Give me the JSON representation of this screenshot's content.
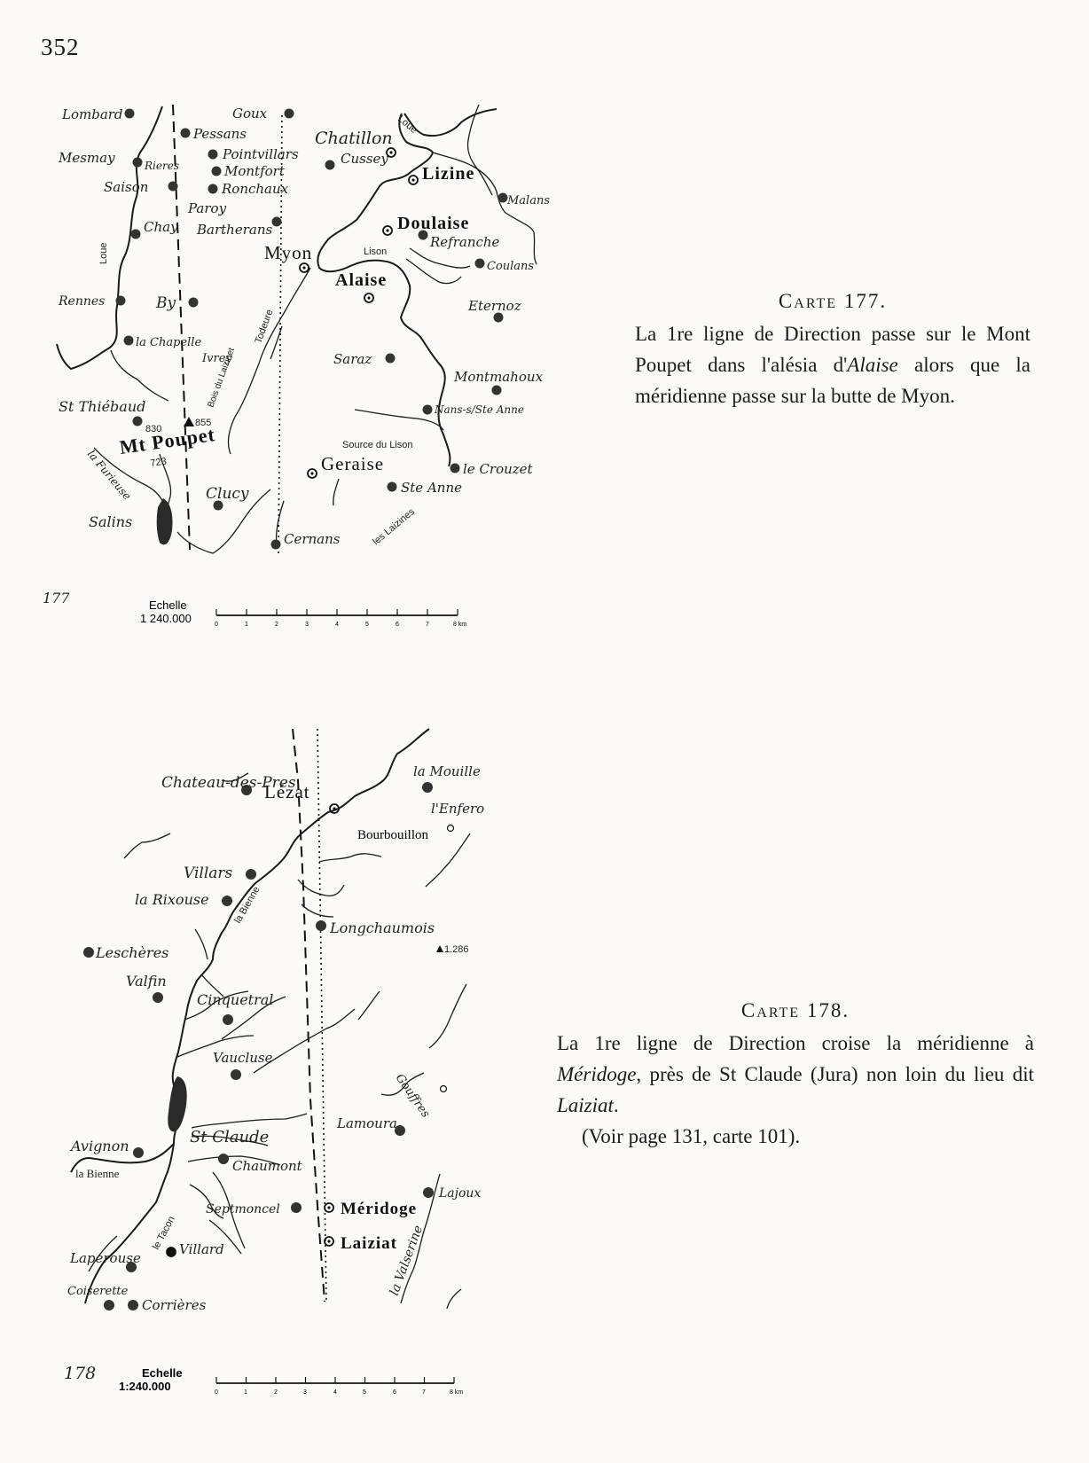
{
  "page_number": "352",
  "map177": {
    "number": "177",
    "scale_label": "Echelle",
    "scale_ratio": "1 240.000",
    "scale_ticks": [
      "0",
      "1",
      "2",
      "3",
      "4",
      "5",
      "6",
      "7",
      "8 km"
    ],
    "places": {
      "lombard": "Lombard",
      "goux": "Goux",
      "pessans": "Pessans",
      "chatillon": "Chatillon",
      "mesmay": "Mesmay",
      "rieres": "Rieres",
      "pointvillars": "Pointvillars",
      "cussey": "Cussey",
      "montfort": "Montfort",
      "saison": "Saison",
      "ronchaux": "Ronchaux",
      "lizine": "Lizine",
      "malans": "Malans",
      "paroy": "Paroy",
      "doulaise": "Doulaise",
      "chay": "Chay",
      "bartherans": "Bartherans",
      "refranche": "Refranche",
      "myon": "Myon",
      "lison": "Lison",
      "coulans": "Coulans",
      "alaise": "Alaise",
      "rennes": "Rennes",
      "by": "By",
      "eternoz": "Eternoz",
      "la_chapelle": "la Chapelle",
      "ivrey": "Ivrey",
      "saraz": "Saraz",
      "montmahoux": "Montmahoux",
      "st_thiebaud": "St Thiébaud",
      "nans": "Nans-s/Ste Anne",
      "mt_poupet": "Mt Poupet",
      "source_lison": "Source du Lison",
      "geraise": "Geraise",
      "le_crouzet": "le Crouzet",
      "ste_anne": "Ste Anne",
      "clucy": "Clucy",
      "salins": "Salins",
      "cernans": "Cernans",
      "les_laizines": "les Laizines",
      "la_furieuse": "la Furieuse",
      "loue_west": "Loue",
      "loue_ne": "Loue",
      "todeure": "Todeure",
      "bois_laizinet": "Bois du Laizinet"
    },
    "elevations": {
      "e830": "830",
      "e855": "855",
      "e723": "723"
    }
  },
  "caption177": {
    "title": "Carte 177.",
    "text_a": "La 1re ligne de Direction passe sur le Mont Poupet dans l'alésia d'",
    "text_em": "Alaise",
    "text_b": " alors que la méridienne passe sur la butte de Myon."
  },
  "map178": {
    "number": "178",
    "scale_label": "Echelle",
    "scale_ratio": "1:240.000",
    "scale_ticks": [
      "0",
      "1",
      "2",
      "3",
      "4",
      "5",
      "6",
      "7",
      "8 km"
    ],
    "places": {
      "chateau_des_pres": "Chateau-des-Pres",
      "lezat": "Lézat",
      "la_mouille": "la Mouille",
      "l_enfero": "l'Enfero",
      "bourbouillon": "Bourbouillon",
      "villars": "Villars",
      "la_rixouse": "la Rixouse",
      "la_bienne_north": "la Bienne",
      "longchaumois": "Longchaumois",
      "lescheres": "Leschères",
      "valfin": "Valfin",
      "elevation_1286": "1.286",
      "cinquetral": "Cinquetral",
      "vaucluse": "Vaucluse",
      "gouffres": "Gouffres",
      "lamoura": "Lamoura",
      "avignon": "Avignon",
      "st_claude": "St Claude",
      "la_bienne_south": "la Bienne",
      "chaumont": "Chaumont",
      "meridoge": "Méridoge",
      "lajoux": "Lajoux",
      "septmoncel": "Septmoncel",
      "le_tacon": "le Tacon",
      "laiziat": "Laiziat",
      "laperouse": "Lapérouse",
      "villard": "Villard",
      "coiserette": "Coiserette",
      "corrieres": "Corrières",
      "la_valserine": "la Valserine"
    }
  },
  "caption178": {
    "title": "Carte 178.",
    "text_a": "La 1re ligne de Direction croise la méridienne à ",
    "text_em": "Méridoge",
    "text_b": ", près de St Claude (Jura) non loin du lieu dit ",
    "text_em2": "Laiziat",
    "text_c": ".",
    "text_ref": "(Voir page 131, carte 101)."
  }
}
